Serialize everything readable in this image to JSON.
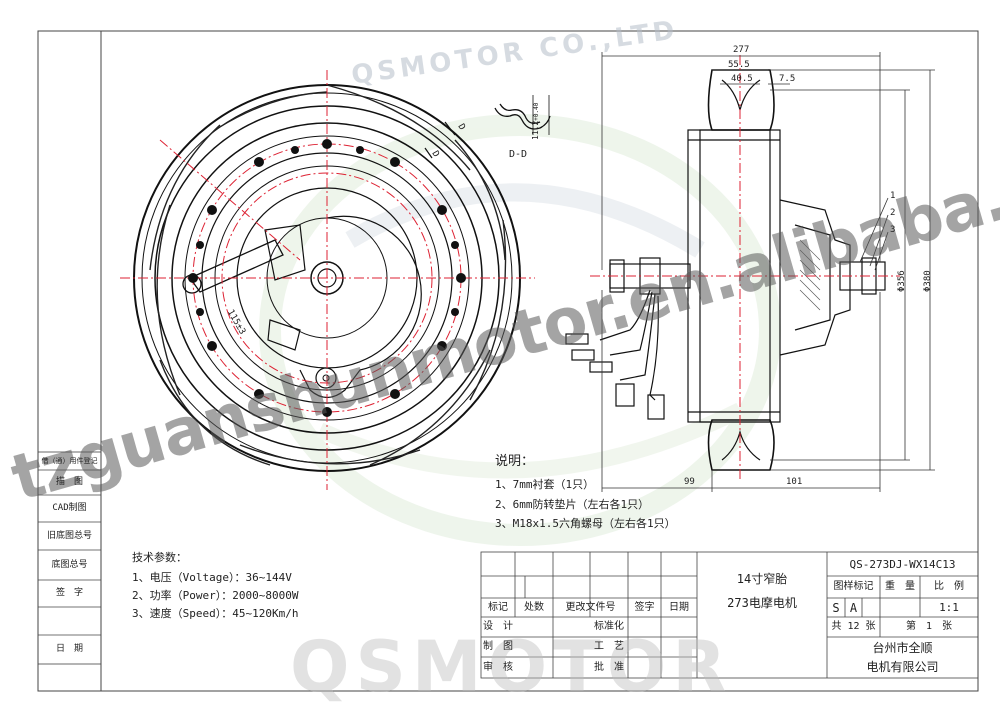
{
  "watermarks": {
    "arc_text": "QSMOTOR CO.,LTD",
    "url": "tzguanshunmotor.en.alibaba.com",
    "brand": "QSMOTOR"
  },
  "views": {
    "section_label": "D-D",
    "section_mark": "D",
    "section_dim": "11.2",
    "section_tol": "+0.40",
    "bar_dim": "115±3"
  },
  "dimensions": {
    "overall_width": "277",
    "d1": "55.5",
    "d2": "40.5",
    "d3": "7.5",
    "left_ext": "99",
    "right_ext": "101",
    "dia_inner": "Φ356",
    "dia_outer": "Φ380",
    "callouts": [
      "1",
      "2",
      "3"
    ]
  },
  "notes": {
    "heading": "说明：",
    "items": [
      "1、7mm衬套（1只）",
      "2、6mm防转垫片（左右各1只）",
      "3、M18x1.5六角螺母（左右各1只）"
    ]
  },
  "specs": {
    "heading": "技术参数：",
    "items": [
      "1、电压（Voltage）：36~144V",
      "2、功率（Power）：2000~8000W",
      "3、速度（Speed）：45~120Km/h"
    ]
  },
  "left_table": [
    "借（通）用件登记",
    "描　图",
    "CAD制图",
    "旧底图总号",
    "底图总号",
    "签　字",
    "日　期"
  ],
  "title_block": {
    "row_headers": [
      "标记",
      "处数",
      "更改文件号",
      "签字",
      "日期"
    ],
    "design": "设　计",
    "draw": "制　图",
    "review": "审　核",
    "standard": "标准化",
    "process": "工　艺",
    "approve": "批　准",
    "product_name_1": "14寸窄胎",
    "product_name_2": "273电摩电机",
    "drawing_no": "QS-273DJ-WX14C13",
    "mark_label": "图样标记",
    "weight_label": "重　量",
    "scale_label": "比　例",
    "mark_s": "S",
    "mark_a": "A",
    "scale": "1:1",
    "total_sheets": "共 12 张",
    "sheet_no": "第　1　张",
    "company_1": "台州市全顺",
    "company_2": "电机有限公司"
  }
}
